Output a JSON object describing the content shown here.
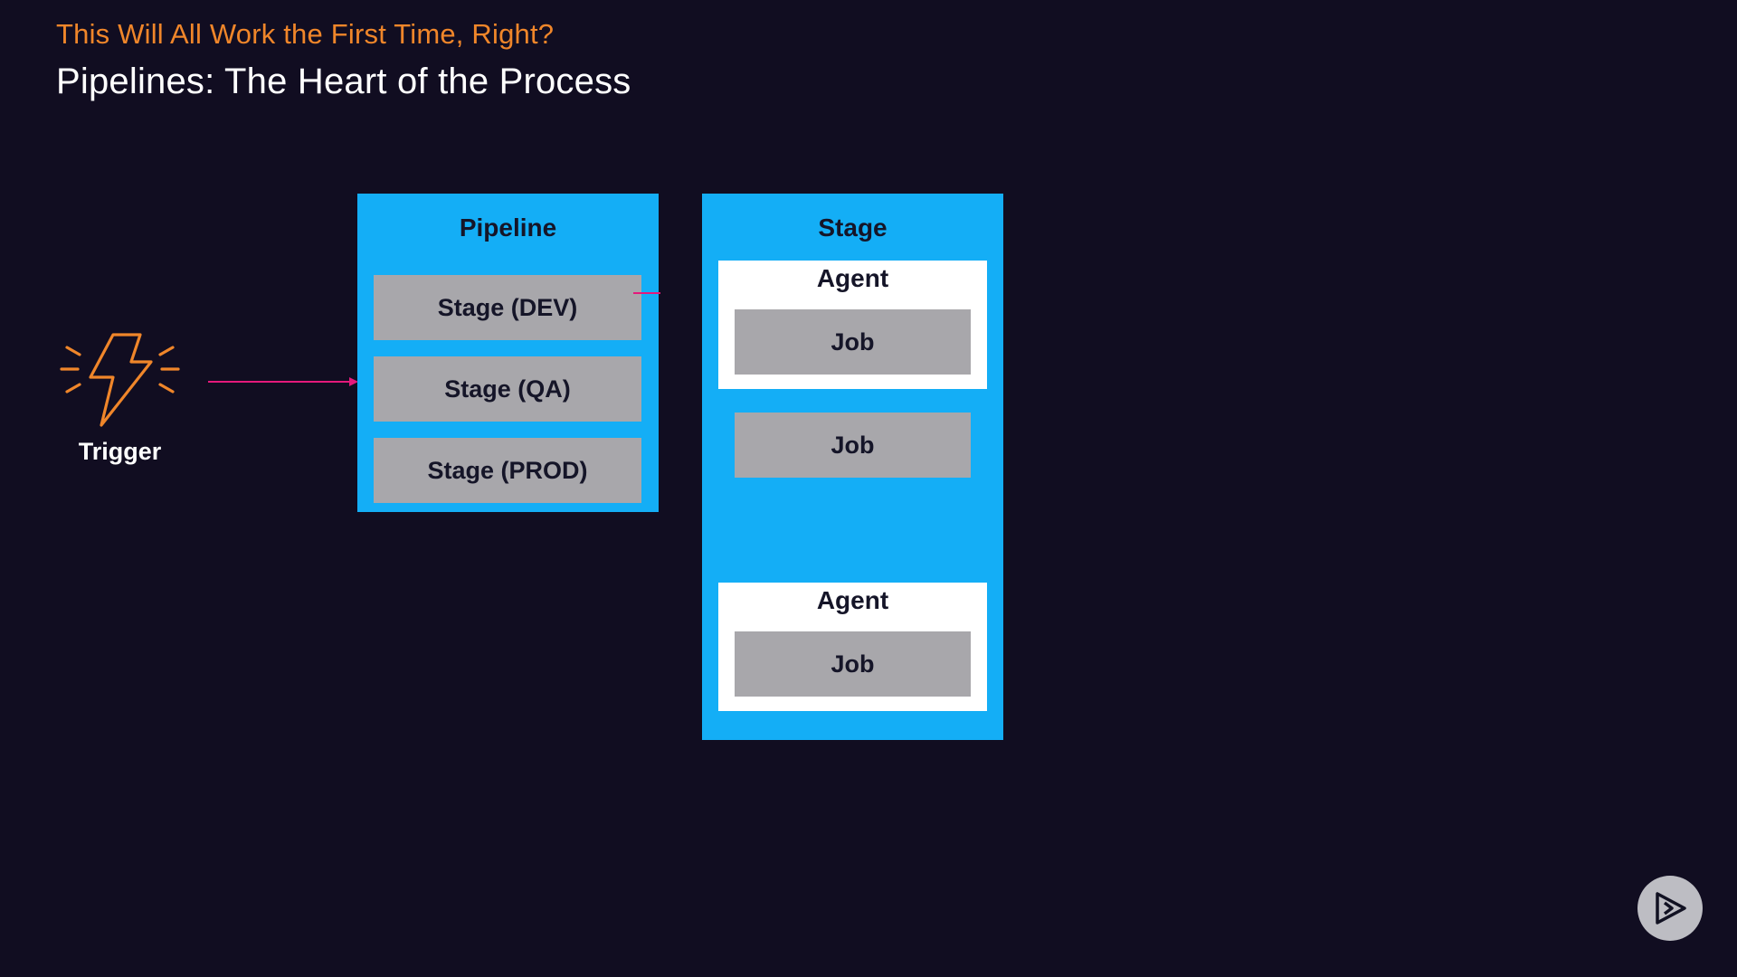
{
  "header": {
    "subtitle": "This Will All Work the First Time, Right?",
    "title": "Pipelines: The Heart of the Process"
  },
  "trigger": {
    "label": "Trigger",
    "icon": "lightning-bolt-icon",
    "color": "#f0862a"
  },
  "arrow_color": "#e5197b",
  "pipeline": {
    "heading": "Pipeline",
    "stages": [
      "Stage (DEV)",
      "Stage (QA)",
      "Stage (PROD)"
    ]
  },
  "stage": {
    "heading": "Stage",
    "agent_1": {
      "label": "Agent",
      "job": "Job"
    },
    "standalone_job": "Job",
    "agent_2": {
      "label": "Agent",
      "job": "Job"
    }
  },
  "colors": {
    "background": "#110d21",
    "blue": "#14aef6",
    "grey": "#a8a7ab",
    "accent": "#f0862a"
  },
  "logo": {
    "icon": "play-icon"
  }
}
